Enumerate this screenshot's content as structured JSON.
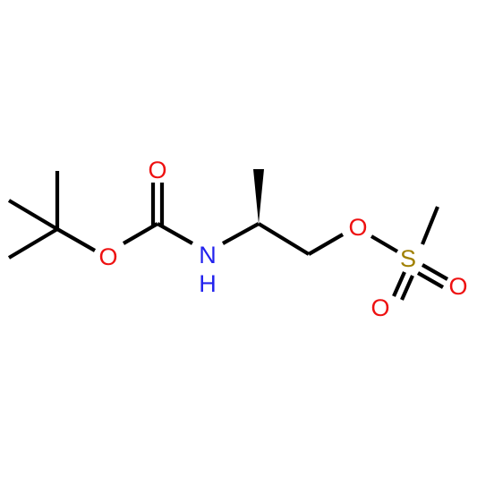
{
  "molecule": {
    "atoms": [
      {
        "id": "N1",
        "label": "N",
        "color": "#2222ee"
      },
      {
        "id": "H1",
        "label": "H",
        "color": "#2222ee"
      },
      {
        "id": "O_carbonyl",
        "label": "O",
        "color": "#ee1111"
      },
      {
        "id": "O_ester",
        "label": "O",
        "color": "#ee1111"
      },
      {
        "id": "O_mesyl",
        "label": "O",
        "color": "#ee1111"
      },
      {
        "id": "S1",
        "label": "S",
        "color": "#a08000"
      },
      {
        "id": "O_s1",
        "label": "O",
        "color": "#ee1111"
      },
      {
        "id": "O_s2",
        "label": "O",
        "color": "#ee1111"
      }
    ]
  }
}
